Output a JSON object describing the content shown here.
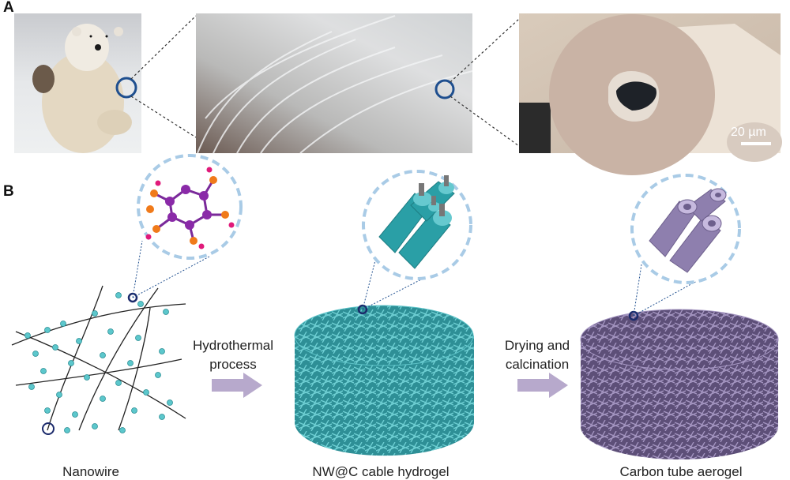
{
  "panels": {
    "a": "A",
    "b": "B"
  },
  "panel_a": {
    "scale_bar": "20 µm"
  },
  "panel_b": {
    "step1": {
      "line1": "Hydrothermal",
      "line2": "process"
    },
    "step2": {
      "line1": "Drying and",
      "line2": "calcination"
    },
    "labels": {
      "nanowire": "Nanowire",
      "hydrogel": "NW@C cable hydrogel",
      "aerogel": "Carbon tube aerogel"
    }
  },
  "colors": {
    "circle": "#1f4f8f",
    "dashed_zoom": "#a9cbe6",
    "teal": "#3aa7ad",
    "purple": "#7a6a96",
    "arrow": "#b7a9cc",
    "dots": "#5cc7cc"
  }
}
